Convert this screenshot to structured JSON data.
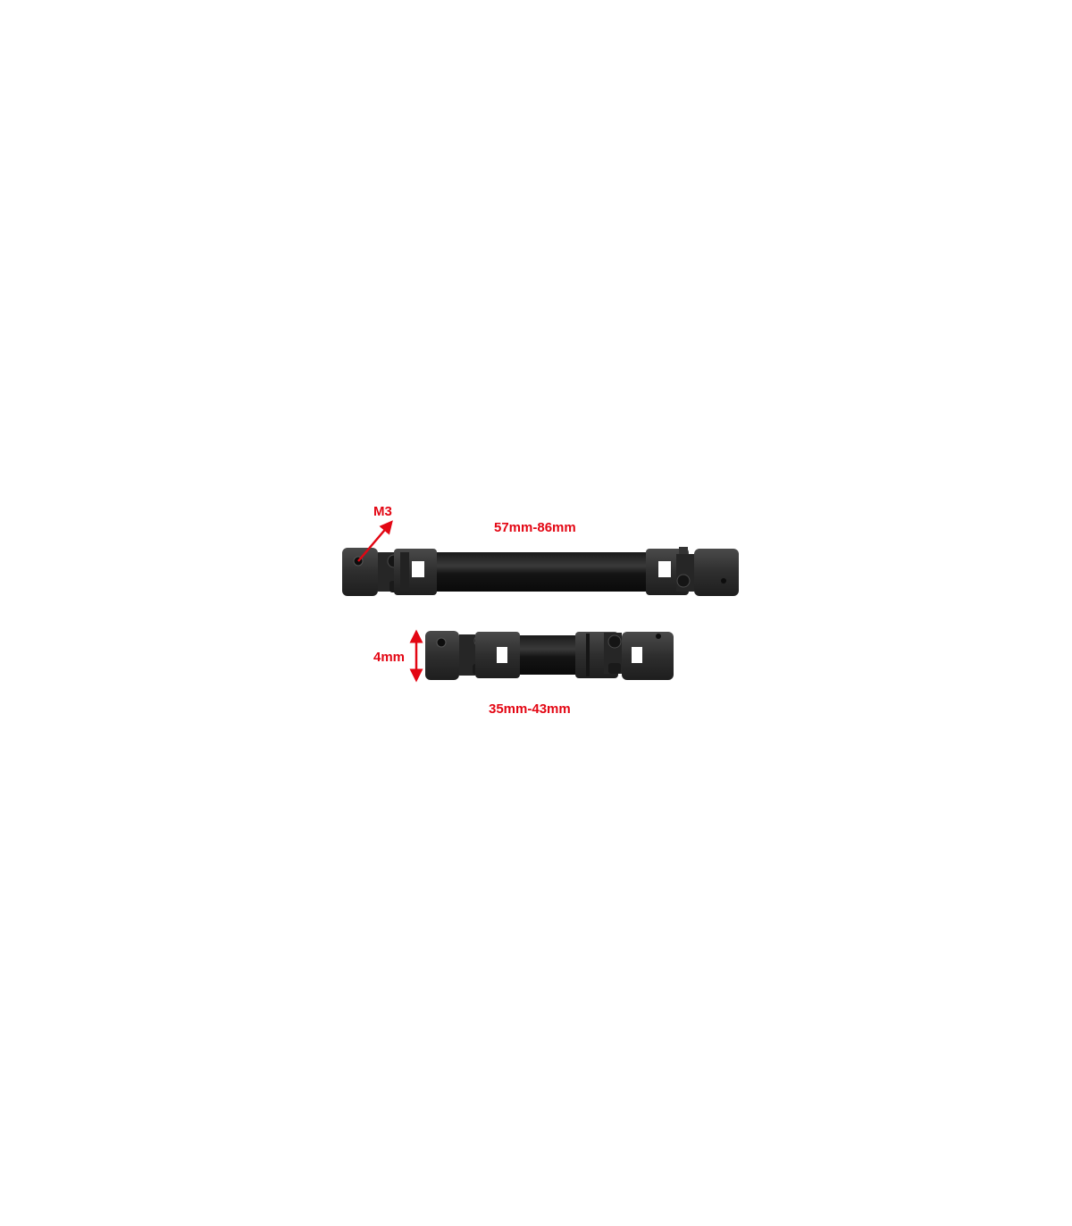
{
  "labels": {
    "thread": "M3",
    "long_shaft_length": "57mm-86mm",
    "bore_diameter": "4mm",
    "short_shaft_length": "35mm-43mm"
  },
  "colors": {
    "annotation": "#e30613",
    "metal_dark": "#2b2b2b",
    "metal_mid": "#3d3d3d",
    "metal_highlight": "#5a5a5a",
    "background": "#ffffff"
  },
  "items": [
    {
      "name": "long-drive-shaft",
      "icon": "universal-joint-driveshaft"
    },
    {
      "name": "short-drive-shaft",
      "icon": "universal-joint-driveshaft"
    }
  ]
}
